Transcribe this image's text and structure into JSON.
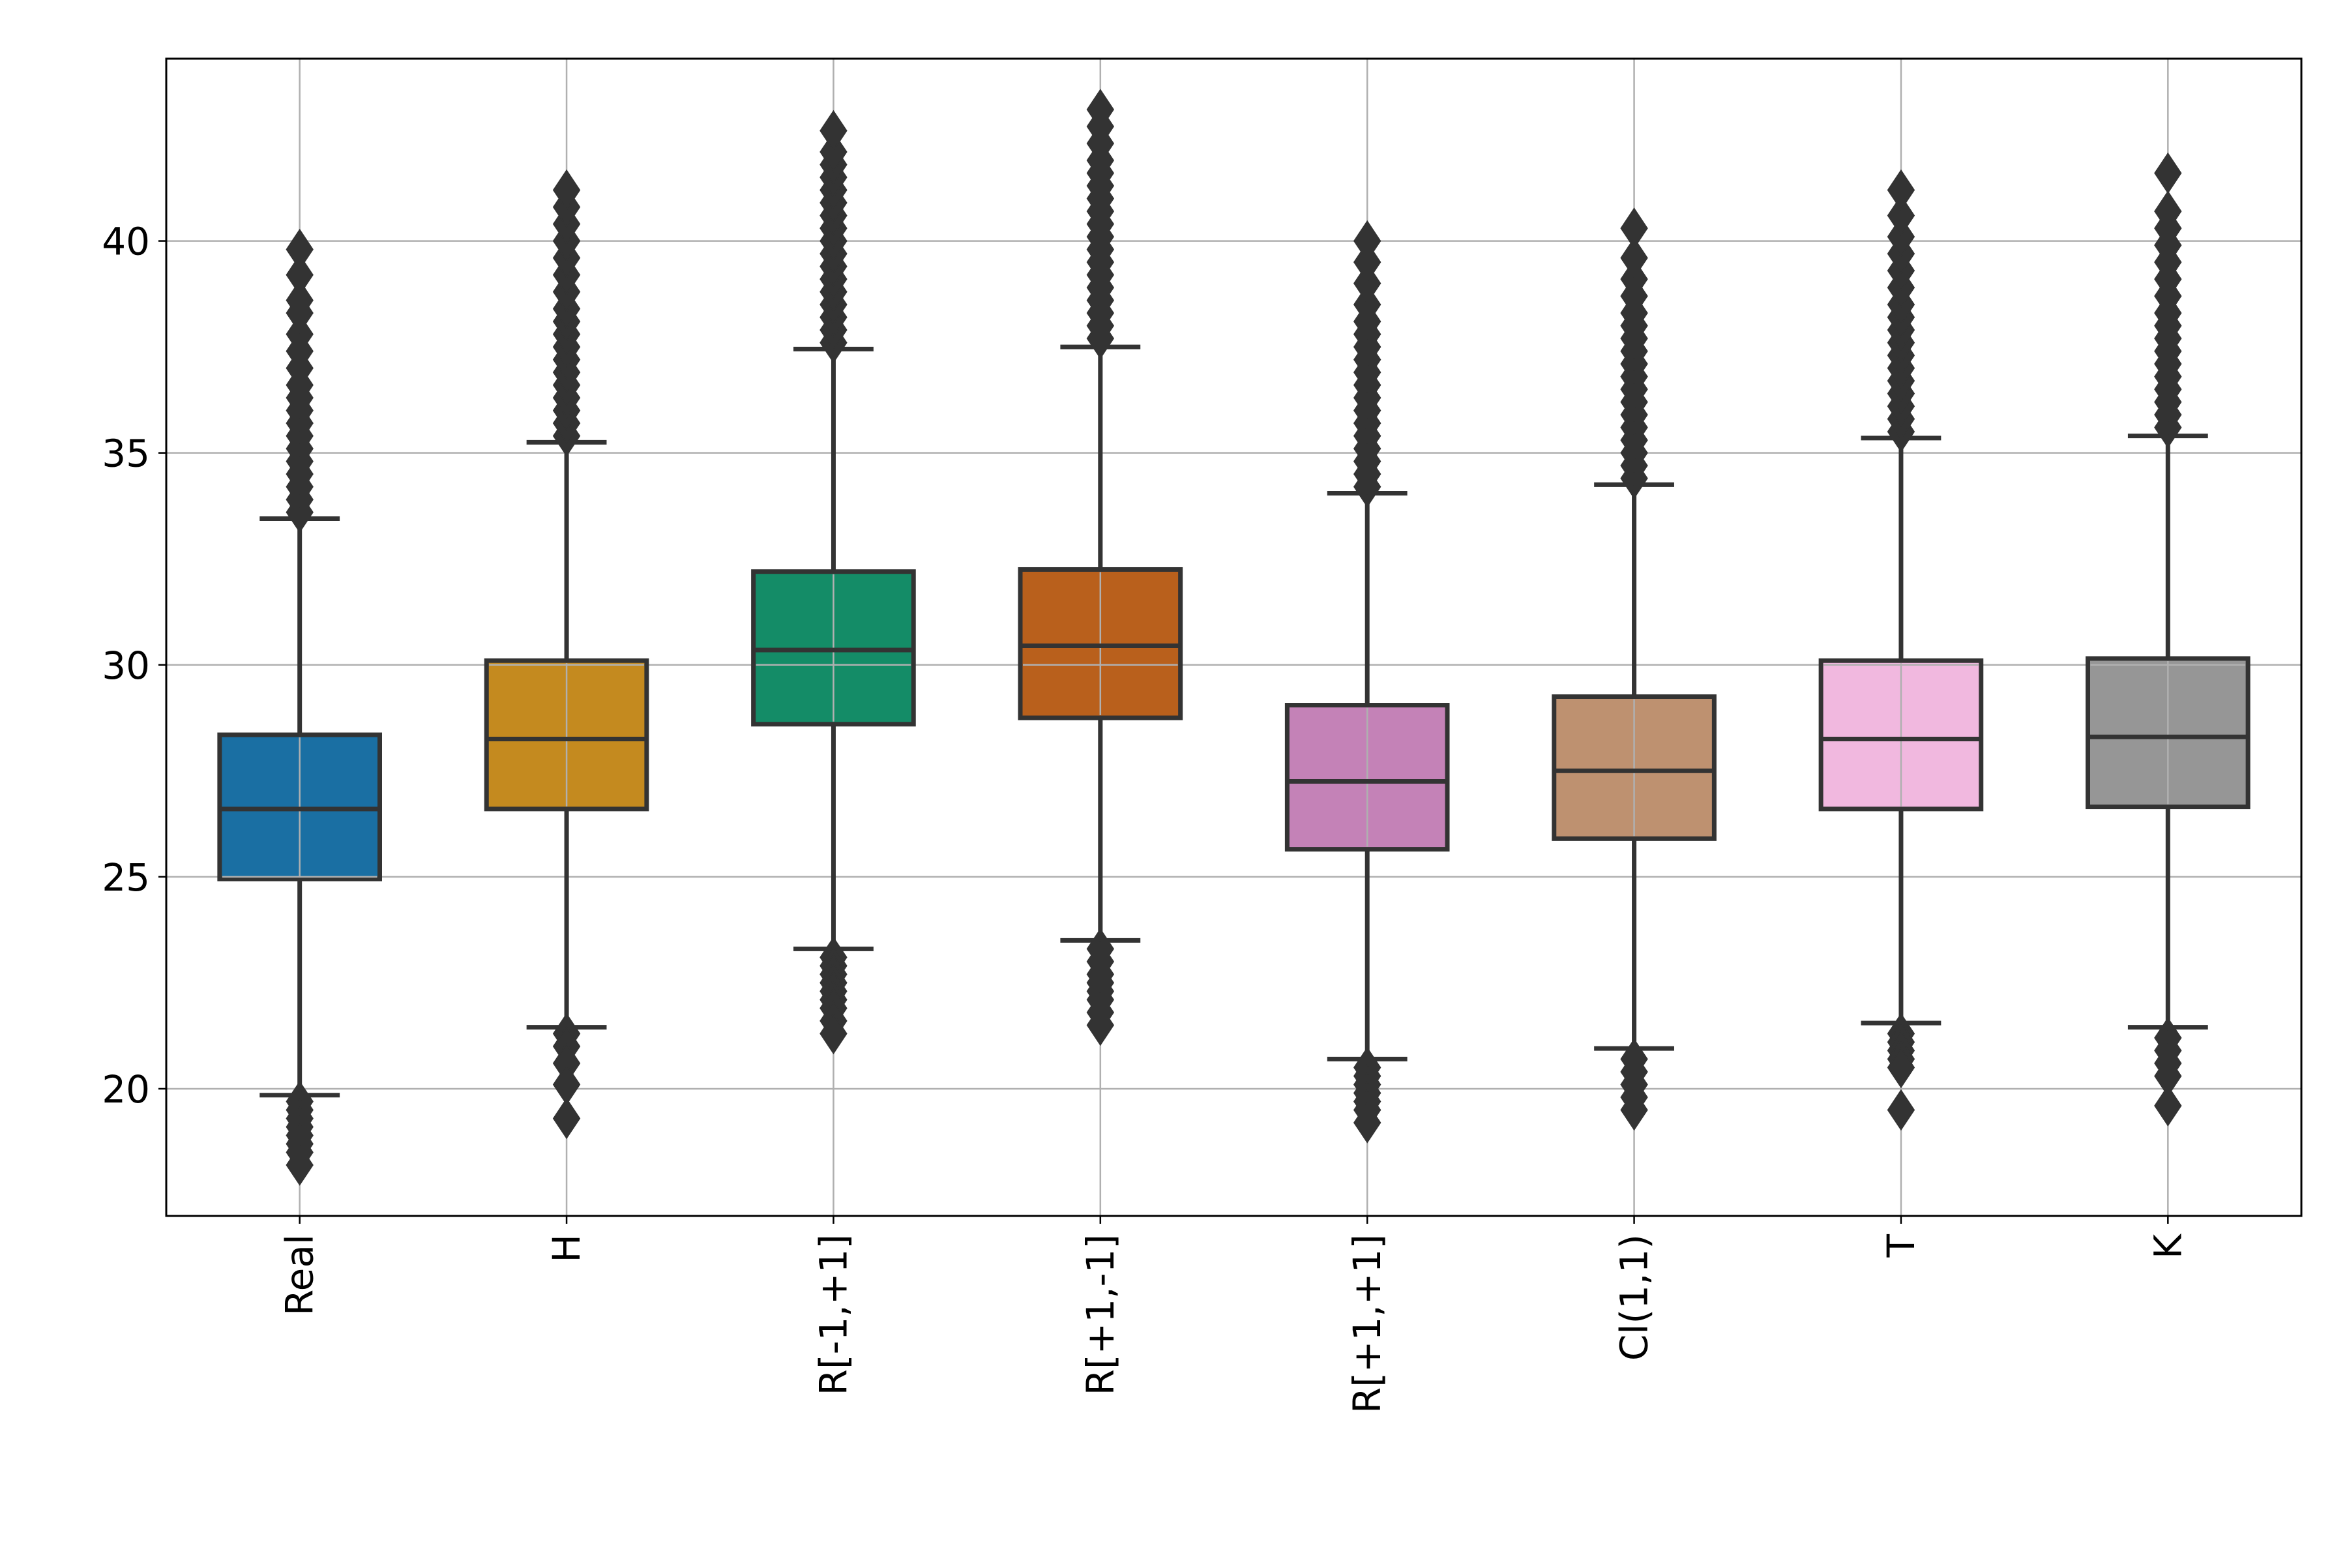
{
  "chart_data": {
    "type": "box",
    "title": "",
    "xlabel": "",
    "ylabel": "",
    "ylim": [
      17.0,
      44.3
    ],
    "yticks": [
      20,
      25,
      30,
      35,
      40
    ],
    "ytick_labels": [
      "20",
      "25",
      "30",
      "35",
      "40"
    ],
    "grid": true,
    "categories": [
      "Real",
      "H",
      "R[-1,+1]",
      "R[+1,-1]",
      "R[+1,+1]",
      "Cl(1,1)",
      "T",
      "K"
    ],
    "colors": [
      "#1a6fa3",
      "#c48a1f",
      "#148c67",
      "#b9601c",
      "#c482b7",
      "#be9170",
      "#f1b8df",
      "#969696"
    ],
    "boxes": [
      {
        "label": "Real",
        "whisker_low": 19.85,
        "q1": 24.95,
        "median": 26.6,
        "q3": 28.35,
        "whisker_high": 33.45,
        "outliers_low": [
          19.7,
          19.5,
          19.3,
          19.1,
          18.9,
          18.7,
          18.5,
          18.2
        ],
        "outliers_high": [
          33.6,
          33.9,
          34.2,
          34.5,
          34.8,
          35.1,
          35.4,
          35.7,
          36.0,
          36.3,
          36.6,
          37.0,
          37.4,
          37.8,
          38.3,
          38.6,
          39.2,
          39.8
        ]
      },
      {
        "label": "H",
        "whisker_low": 21.45,
        "q1": 26.6,
        "median": 28.25,
        "q3": 30.1,
        "whisker_high": 35.25,
        "outliers_low": [
          21.3,
          21.0,
          20.6,
          20.1,
          19.3
        ],
        "outliers_high": [
          35.4,
          35.7,
          36.0,
          36.3,
          36.6,
          36.9,
          37.2,
          37.5,
          37.8,
          38.1,
          38.4,
          38.8,
          39.2,
          39.6,
          40.0,
          40.4,
          40.8,
          41.2
        ]
      },
      {
        "label": "R[-1,+1]",
        "whisker_low": 23.3,
        "q1": 28.6,
        "median": 30.35,
        "q3": 32.2,
        "whisker_high": 37.45,
        "outliers_low": [
          23.1,
          22.9,
          22.7,
          22.5,
          22.3,
          22.1,
          21.9,
          21.6,
          21.3
        ],
        "outliers_high": [
          37.6,
          37.9,
          38.2,
          38.5,
          38.8,
          39.1,
          39.4,
          39.7,
          40.0,
          40.3,
          40.6,
          40.9,
          41.2,
          41.5,
          41.8,
          42.1,
          42.6
        ]
      },
      {
        "label": "R[+1,-1]",
        "whisker_low": 23.5,
        "q1": 28.75,
        "median": 30.45,
        "q3": 32.25,
        "whisker_high": 37.5,
        "outliers_low": [
          23.3,
          23.0,
          22.7,
          22.5,
          22.3,
          22.1,
          21.8,
          21.5
        ],
        "outliers_high": [
          37.7,
          38.0,
          38.3,
          38.6,
          38.9,
          39.2,
          39.5,
          39.8,
          40.1,
          40.4,
          40.7,
          41.0,
          41.3,
          41.6,
          41.9,
          42.3,
          42.7,
          43.1
        ]
      },
      {
        "label": "R[+1,+1]",
        "whisker_low": 20.7,
        "q1": 25.65,
        "median": 27.25,
        "q3": 29.05,
        "whisker_high": 34.05,
        "outliers_low": [
          20.5,
          20.3,
          20.1,
          19.9,
          19.7,
          19.5,
          19.2
        ],
        "outliers_high": [
          34.2,
          34.5,
          34.8,
          35.1,
          35.4,
          35.7,
          36.0,
          36.3,
          36.6,
          36.9,
          37.2,
          37.5,
          37.8,
          38.1,
          38.5,
          39.0,
          39.5,
          40.0
        ]
      },
      {
        "label": "Cl(1,1)",
        "whisker_low": 20.95,
        "q1": 25.9,
        "median": 27.5,
        "q3": 29.25,
        "whisker_high": 34.25,
        "outliers_low": [
          20.7,
          20.4,
          20.1,
          19.8,
          19.5
        ],
        "outliers_high": [
          34.4,
          34.7,
          35.0,
          35.3,
          35.6,
          35.9,
          36.2,
          36.5,
          36.8,
          37.1,
          37.4,
          37.7,
          38.0,
          38.3,
          38.7,
          39.1,
          39.6,
          40.3
        ]
      },
      {
        "label": "T",
        "whisker_low": 21.55,
        "q1": 26.6,
        "median": 28.25,
        "q3": 30.1,
        "whisker_high": 35.35,
        "outliers_low": [
          21.3,
          21.1,
          20.9,
          20.7,
          20.5,
          19.5
        ],
        "outliers_high": [
          35.5,
          35.8,
          36.1,
          36.4,
          36.7,
          37.0,
          37.3,
          37.6,
          37.9,
          38.2,
          38.5,
          38.9,
          39.3,
          39.7,
          40.1,
          40.6,
          41.2
        ]
      },
      {
        "label": "K",
        "whisker_low": 21.45,
        "q1": 26.65,
        "median": 28.3,
        "q3": 30.15,
        "whisker_high": 35.4,
        "outliers_low": [
          21.2,
          20.9,
          20.6,
          20.3,
          19.6
        ],
        "outliers_high": [
          35.6,
          35.9,
          36.2,
          36.5,
          36.8,
          37.1,
          37.4,
          37.7,
          38.0,
          38.3,
          38.7,
          39.1,
          39.5,
          39.9,
          40.3,
          40.7,
          41.6
        ]
      }
    ]
  }
}
